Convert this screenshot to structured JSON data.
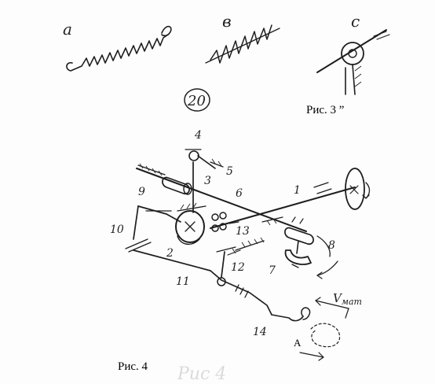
{
  "top_labels": {
    "a": "а",
    "b": "в",
    "c": "с"
  },
  "fig3_caption": "Рис. 3 ”",
  "fig4_caption": "Рис. 4",
  "circled_number": "20",
  "part_numbers": {
    "n1": "1",
    "n2": "2",
    "n3": "3",
    "n4": "4",
    "n5": "5",
    "n6": "6",
    "n7": "7",
    "n8": "8",
    "n9": "9",
    "n10": "10",
    "n11": "11",
    "n12": "12",
    "n13": "13",
    "n14": "14"
  },
  "point_a": "A",
  "v_label": "V",
  "v_subscript": "мат",
  "ghost_text": "Рис 4"
}
